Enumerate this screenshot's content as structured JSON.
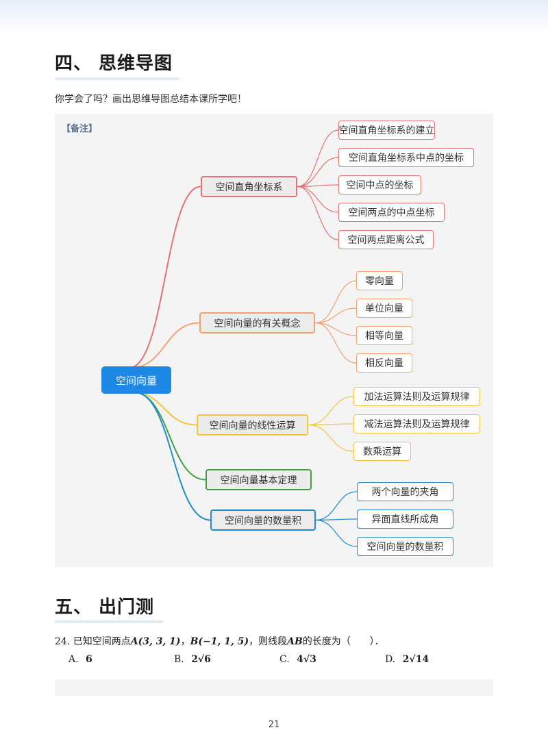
{
  "section4": {
    "title": "四、 思维导图"
  },
  "intro": "你学会了吗？画出思维导图总结本课所学吧！",
  "note_label": "【备注】",
  "mindmap": {
    "root": "空间向量",
    "branches": [
      {
        "label": "空间直角坐标系",
        "color": "#e57373",
        "children": [
          "空间直角坐标系的建立",
          "空间直角坐标系中点的坐标",
          "空间中点的坐标",
          "空间两点的中点坐标",
          "空间两点距离公式"
        ]
      },
      {
        "label": "空间向量的有关概念",
        "color": "#f4a070",
        "children": [
          "零向量",
          "单位向量",
          "相等向量",
          "相反向量"
        ]
      },
      {
        "label": "空间向量的线性运算",
        "color": "#f5c242",
        "children": [
          "加法运算法则及运算规律",
          "减法运算法则及运算规律",
          "数乘运算"
        ]
      },
      {
        "label": "空间向量基本定理",
        "color": "#43a047",
        "children": []
      },
      {
        "label": "空间向量的数量积",
        "color": "#1f8ccc",
        "children": [
          "两个向量的夹角",
          "异面直线所成角",
          "空间向量的数量积"
        ]
      }
    ]
  },
  "section5": {
    "title": "五、 出门测"
  },
  "question": {
    "number": "24.",
    "p1": "已知空间两点",
    "pointA": "A(3, 3, 1)",
    "sep": "，",
    "pointB": "B(−1, 1, 5)",
    "p2": "，则线段",
    "seg": "AB",
    "p3": "的长度为（　　）．",
    "options": [
      {
        "letter": "A.",
        "value": "6"
      },
      {
        "letter": "B.",
        "value": "2√6"
      },
      {
        "letter": "C.",
        "value": "4√3"
      },
      {
        "letter": "D.",
        "value": "2√14"
      }
    ]
  },
  "page_number": "21"
}
